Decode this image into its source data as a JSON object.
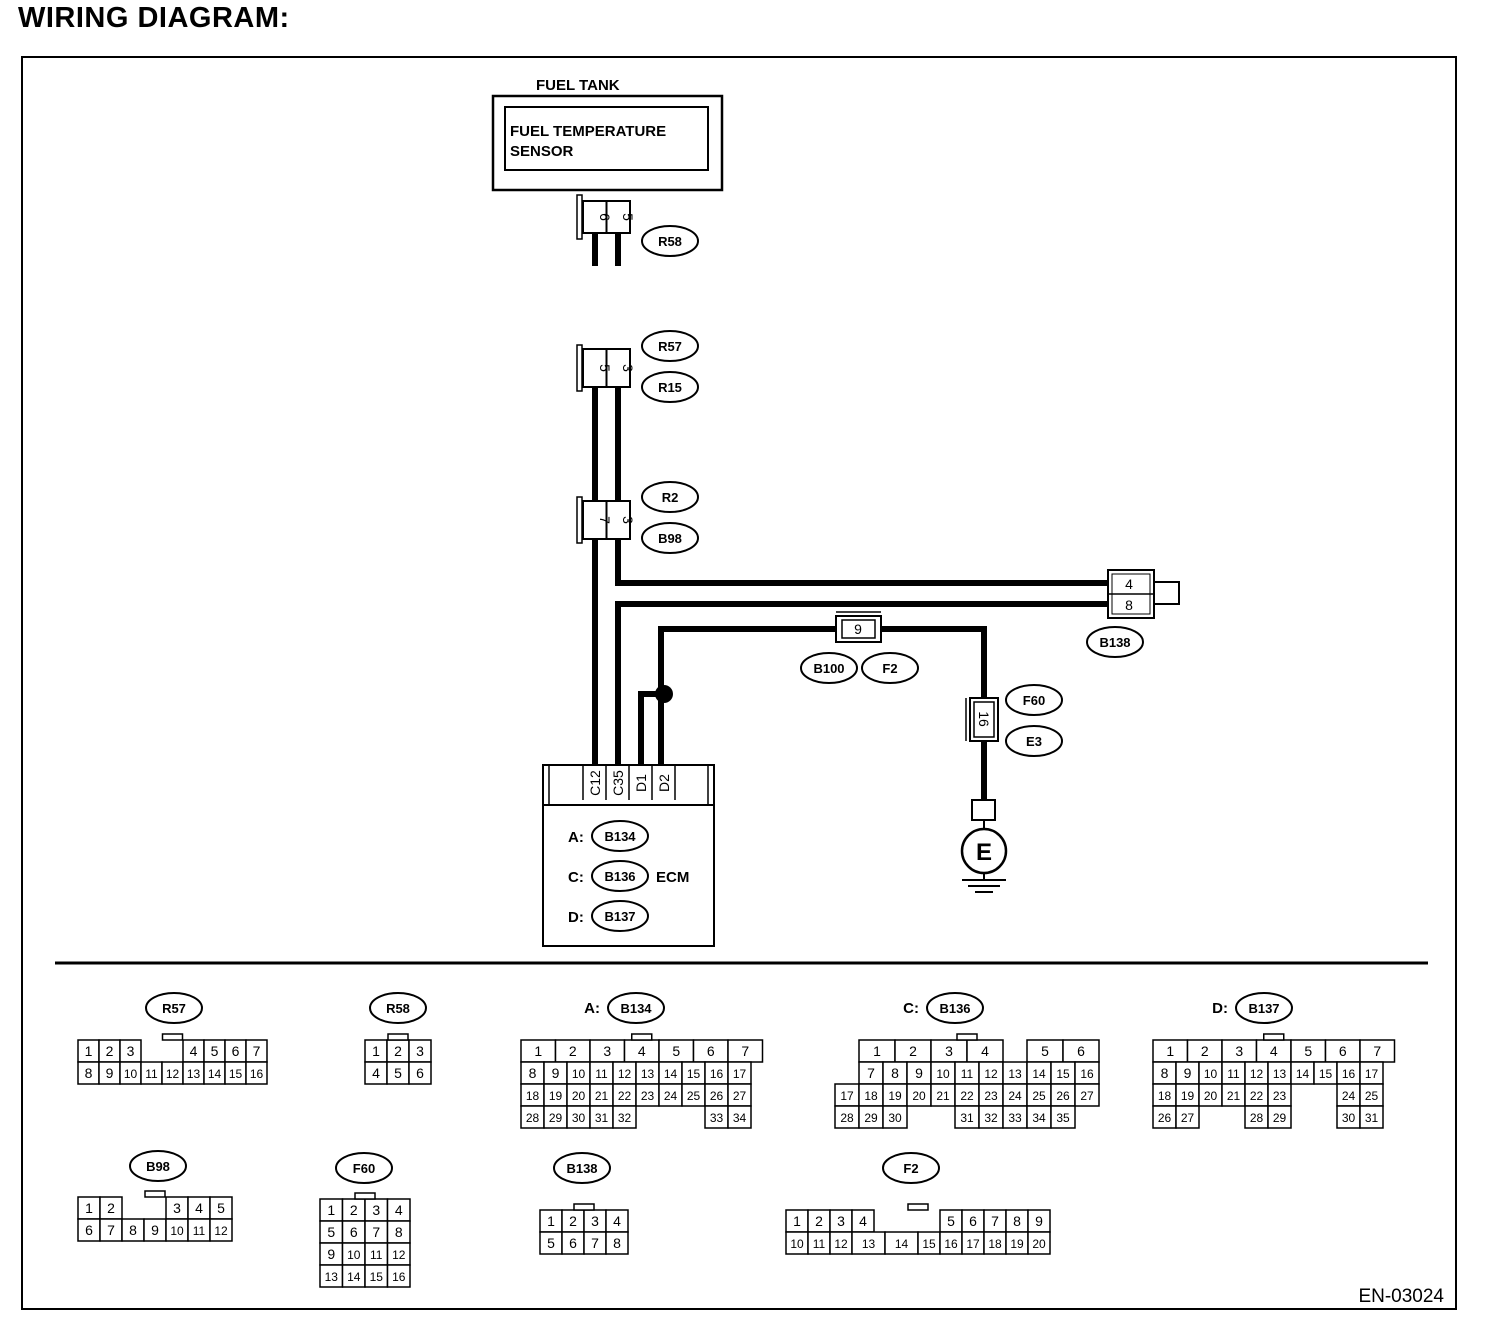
{
  "title": "WIRING DIAGRAM:",
  "code": "EN-03024",
  "fuel_tank": {
    "label": "FUEL TANK",
    "sensor_line1": "FUEL TEMPERATURE",
    "sensor_line2": "SENSOR"
  },
  "ecm": {
    "label": "ECM",
    "pins": [
      "C12",
      "C35",
      "D1",
      "D2"
    ],
    "rows": [
      {
        "prefix": "A:",
        "connector": "B134"
      },
      {
        "prefix": "C:",
        "connector": "B136"
      },
      {
        "prefix": "D:",
        "connector": "B137"
      }
    ]
  },
  "inline_connectors": {
    "r58": {
      "pins": [
        "6",
        "5"
      ],
      "tag": "R58"
    },
    "r57_r15": {
      "pins": [
        "5",
        "3"
      ],
      "tags": [
        "R57",
        "R15"
      ]
    },
    "r2_b98": {
      "pins": [
        "7",
        "3"
      ],
      "tags": [
        "R2",
        "B98"
      ]
    },
    "b138": {
      "pins": [
        "4",
        "8"
      ],
      "tag": "B138"
    },
    "b100_f2": {
      "pin": "9",
      "tags": [
        "B100",
        "F2"
      ]
    },
    "f60_e3": {
      "pin": "16",
      "tags": [
        "F60",
        "E3"
      ]
    },
    "ground": "E"
  },
  "connector_views": [
    {
      "tag": "R57",
      "prefix": "",
      "rows": [
        [
          "1",
          "2",
          "3",
          "",
          "4",
          "5",
          "6",
          "7"
        ],
        [
          "8",
          "9",
          "10",
          "11",
          "12",
          "13",
          "14",
          "15",
          "16"
        ]
      ]
    },
    {
      "tag": "R58",
      "prefix": "",
      "rows": [
        [
          "1",
          "2",
          "3"
        ],
        [
          "4",
          "5",
          "6"
        ]
      ]
    },
    {
      "tag": "B134",
      "prefix": "A:",
      "rows": [
        [
          "1",
          "2",
          "3",
          "4",
          "5",
          "6",
          "7"
        ],
        [
          "8",
          "9",
          "10",
          "11",
          "12",
          "13",
          "14",
          "15",
          "16",
          "17"
        ],
        [
          "18",
          "19",
          "20",
          "21",
          "22",
          "23",
          "24",
          "25",
          "26",
          "27"
        ],
        [
          "28",
          "29",
          "30",
          "31",
          "32",
          "33",
          "34"
        ]
      ]
    },
    {
      "tag": "B136",
      "prefix": "C:",
      "rows": [
        [
          "1",
          "2",
          "3",
          "4",
          "5",
          "6"
        ],
        [
          "7",
          "8",
          "9",
          "10",
          "11",
          "12",
          "13",
          "14",
          "15",
          "16"
        ],
        [
          "17",
          "18",
          "19",
          "20",
          "21",
          "22",
          "23",
          "24",
          "25",
          "26",
          "27"
        ],
        [
          "28",
          "29",
          "30",
          "31",
          "32",
          "33",
          "34",
          "35"
        ]
      ]
    },
    {
      "tag": "B137",
      "prefix": "D:",
      "rows": [
        [
          "1",
          "2",
          "3",
          "4",
          "5",
          "6",
          "7"
        ],
        [
          "8",
          "9",
          "10",
          "11",
          "12",
          "13",
          "14",
          "15",
          "16",
          "17"
        ],
        [
          "18",
          "19",
          "20",
          "21",
          "22",
          "23",
          "24",
          "25"
        ],
        [
          "26",
          "27",
          "28",
          "29",
          "30",
          "31"
        ]
      ]
    },
    {
      "tag": "B98",
      "prefix": "",
      "rows": [
        [
          "1",
          "2",
          "3",
          "4",
          "5"
        ],
        [
          "6",
          "7",
          "8",
          "9",
          "10",
          "11",
          "12"
        ]
      ]
    },
    {
      "tag": "F60",
      "prefix": "",
      "rows": [
        [
          "1",
          "2",
          "3",
          "4"
        ],
        [
          "5",
          "6",
          "7",
          "8"
        ],
        [
          "9",
          "10",
          "11",
          "12"
        ],
        [
          "13",
          "14",
          "15",
          "16"
        ]
      ]
    },
    {
      "tag": "B138",
      "prefix": "",
      "rows": [
        [
          "1",
          "2",
          "3",
          "4"
        ],
        [
          "5",
          "6",
          "7",
          "8"
        ]
      ]
    },
    {
      "tag": "F2",
      "prefix": "",
      "rows": [
        [
          "1",
          "2",
          "3",
          "4",
          "5",
          "6",
          "7",
          "8",
          "9"
        ],
        [
          "10",
          "11",
          "12",
          "13",
          "14",
          "15",
          "16",
          "17",
          "18",
          "19",
          "20"
        ]
      ]
    }
  ]
}
